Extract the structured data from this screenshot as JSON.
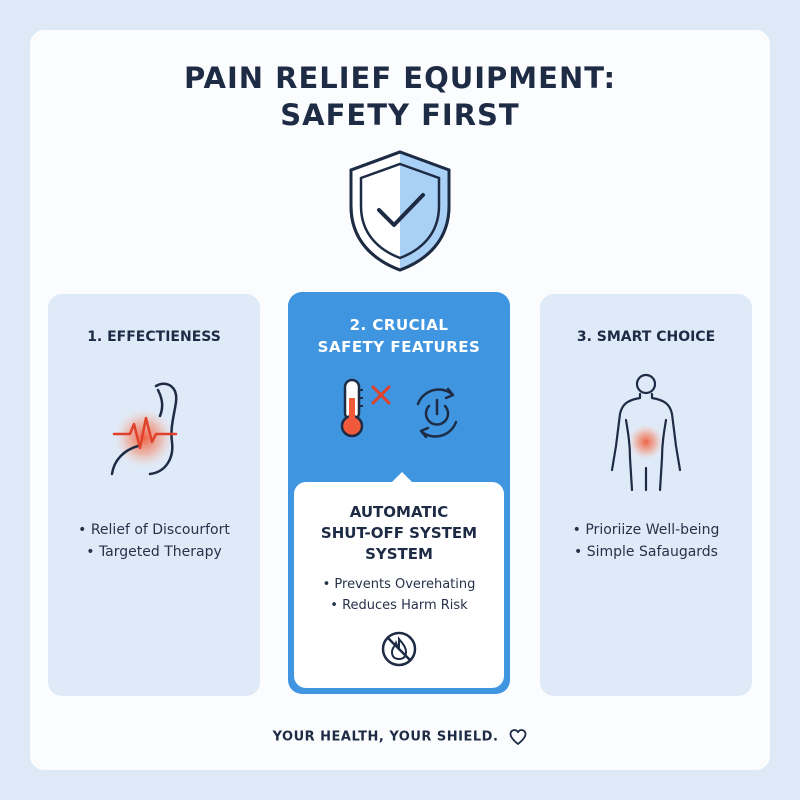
{
  "title": {
    "line1": "PAIN RELIEF EQUIPMENT:",
    "line2": "SAFETY FIRST"
  },
  "cards": [
    {
      "title": "1. EFFECTIENESS",
      "icon": "arm-pain-icon",
      "bullets": [
        "• Relief of Discourfort",
        "• Targeted Therapy"
      ]
    },
    {
      "title_line1": "2. CRUCIAL",
      "title_line2": "SAFETY FEATURES",
      "icons": [
        "thermometer-icon",
        "cross-icon",
        "power-cycle-icon"
      ],
      "feature_line1": "AUTOMATIC",
      "feature_line2": "SHUT-OFF SYSTEM",
      "feature_line3": "SYSTEM",
      "bullets": [
        "• Prevents Overehating",
        "• Reduces Harm Risk"
      ],
      "bottom_icon": "no-fire-icon"
    },
    {
      "title": "3. SMART CHOICE",
      "icon": "body-pain-icon",
      "bullets": [
        "• Prioriize Well-being",
        "• Simple Safaugards"
      ]
    }
  ],
  "footer": {
    "text": "YOUR HEALTH, YOUR SHIELD.",
    "icon": "heart-icon"
  },
  "colors": {
    "background": "#dde9f7",
    "accent": "#3f95df",
    "card": "#dfeaf8",
    "pain": "#f05a3a",
    "text": "#1e2b45"
  }
}
